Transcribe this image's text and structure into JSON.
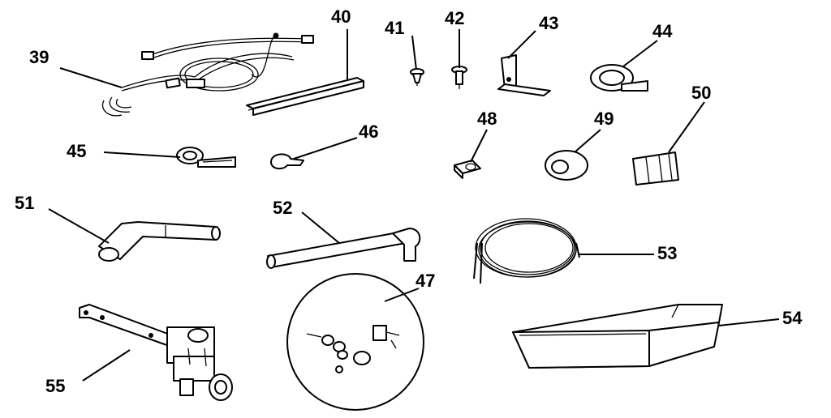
{
  "callouts": {
    "c39": "39",
    "c40": "40",
    "c41": "41",
    "c42": "42",
    "c43": "43",
    "c44": "44",
    "c45": "45",
    "c46": "46",
    "c47": "47",
    "c48": "48",
    "c49": "49",
    "c50": "50",
    "c51": "51",
    "c52": "52",
    "c53": "53",
    "c54": "54",
    "c55": "55"
  },
  "colors": {
    "ink": "#000000",
    "paper": "#ffffff"
  }
}
